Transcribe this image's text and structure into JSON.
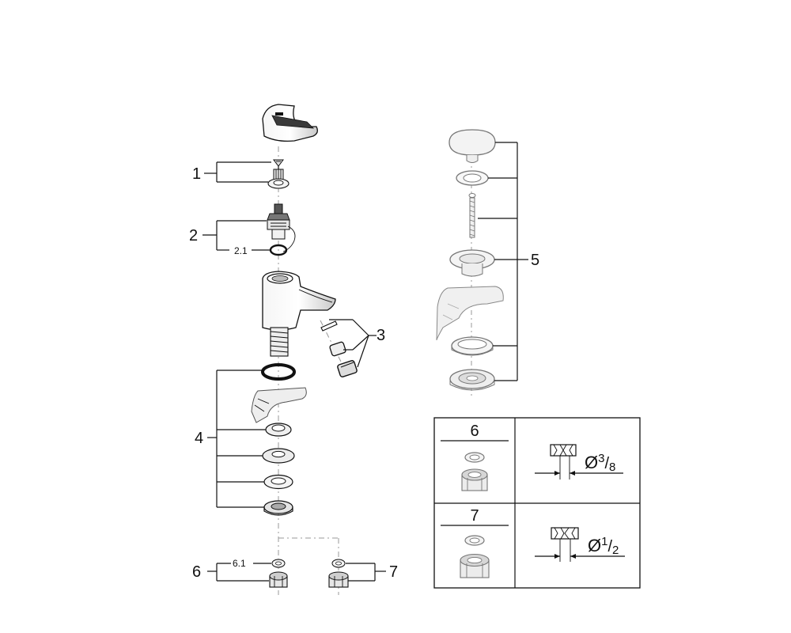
{
  "callouts": {
    "c1": "1",
    "c2": "2",
    "c2_1": "2.1",
    "c3": "3",
    "c4": "4",
    "c5": "5",
    "c6": "6",
    "c6_1": "6.1",
    "c7": "7"
  },
  "table": {
    "row6_label": "6",
    "row7_label": "7",
    "row6_size": {
      "prefix": "Ø",
      "num": "3",
      "den": "8"
    },
    "row7_size": {
      "prefix": "Ø",
      "num": "1",
      "den": "2"
    }
  }
}
